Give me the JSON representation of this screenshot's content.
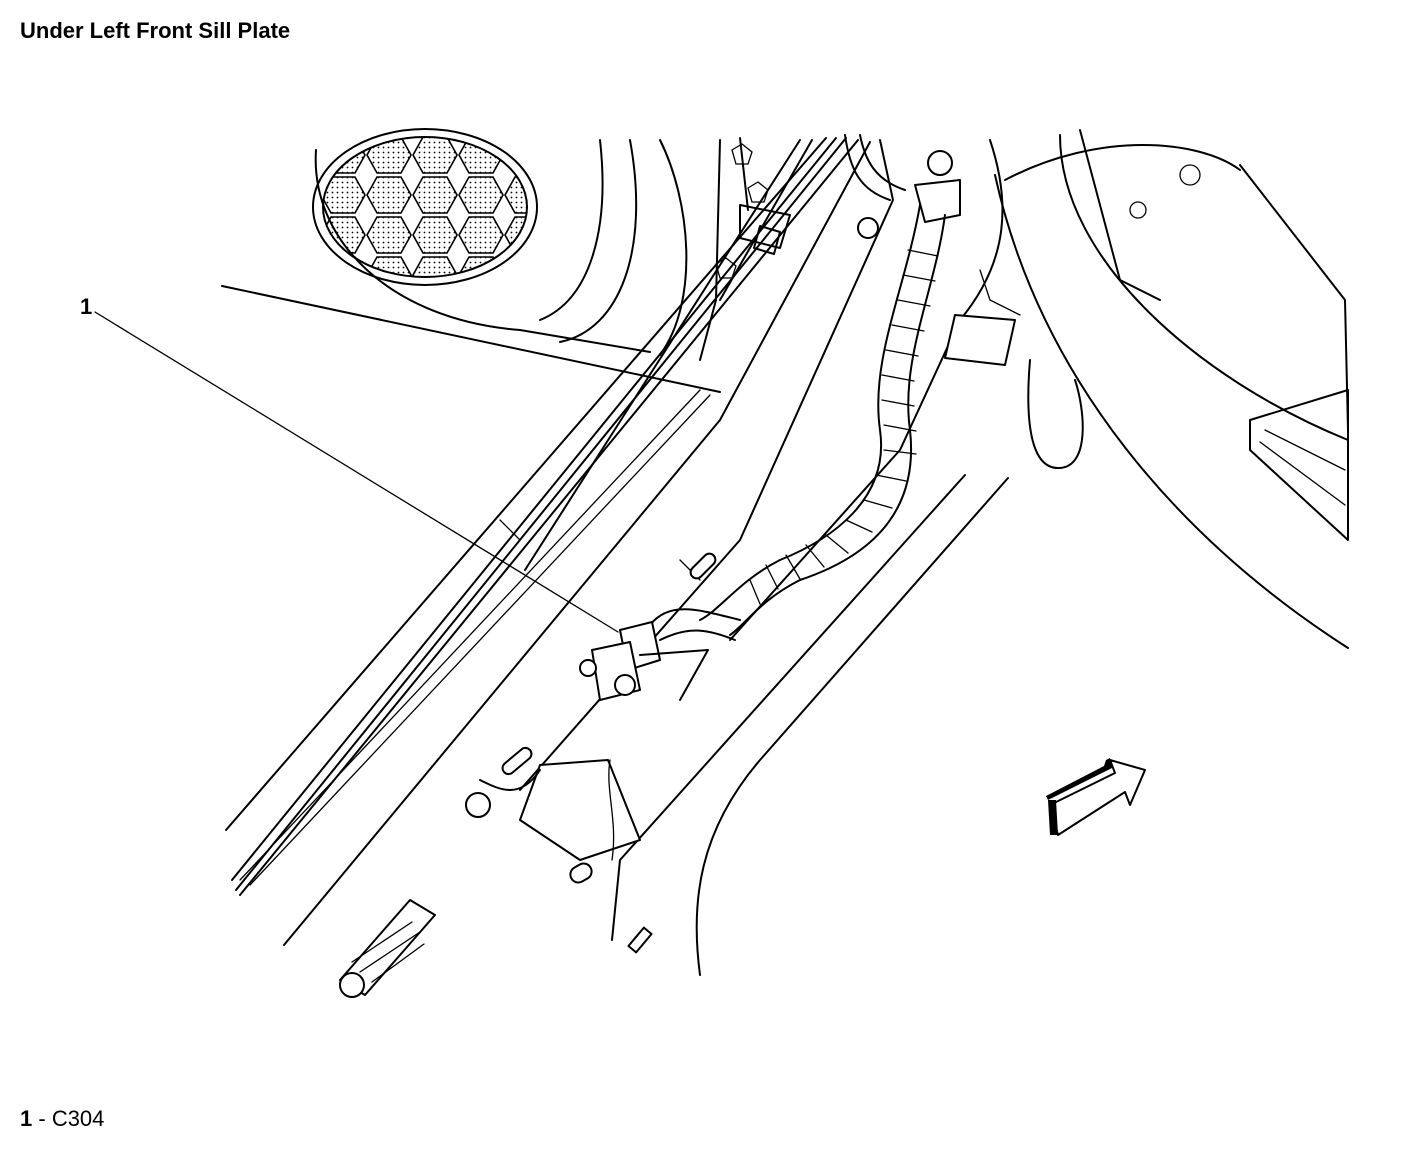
{
  "title": "Under Left Front Sill Plate",
  "callouts": [
    {
      "number": "1",
      "component": "C304"
    }
  ],
  "legend": {
    "separator": " - "
  },
  "icons": [
    "speaker-grille",
    "wiring-harness",
    "connector",
    "direction-arrow-icon"
  ]
}
